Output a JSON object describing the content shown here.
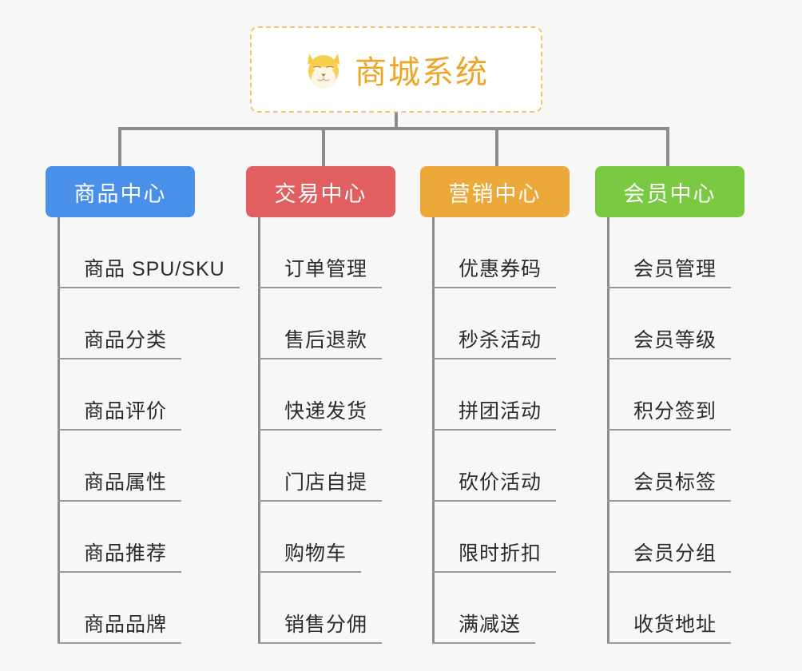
{
  "root": {
    "icon": "shiba-dog-face-icon",
    "icon_glyph": "🐕",
    "title": "商城系统",
    "title_color": "#eda62a",
    "border_color": "#f3c66b",
    "background": "#ffffff"
  },
  "canvas": {
    "background": "#f7f7f7",
    "connector_color": "#8c8c8c",
    "underline_color": "#9a9a9a"
  },
  "branches": [
    {
      "title": "商品中心",
      "color": "#4a90e8",
      "items": [
        "商品 SPU/SKU",
        "商品分类",
        "商品评价",
        "商品属性",
        "商品推荐",
        "商品品牌"
      ]
    },
    {
      "title": "交易中心",
      "color": "#e15f5f",
      "items": [
        "订单管理",
        "售后退款",
        "快递发货",
        "门店自提",
        "购物车",
        "销售分佣"
      ]
    },
    {
      "title": "营销中心",
      "color": "#eda83a",
      "items": [
        "优惠券码",
        "秒杀活动",
        "拼团活动",
        "砍价活动",
        "限时折扣",
        "满减送"
      ]
    },
    {
      "title": "会员中心",
      "color": "#7ac943",
      "items": [
        "会员管理",
        "会员等级",
        "积分签到",
        "会员标签",
        "会员分组",
        "收货地址"
      ]
    }
  ]
}
